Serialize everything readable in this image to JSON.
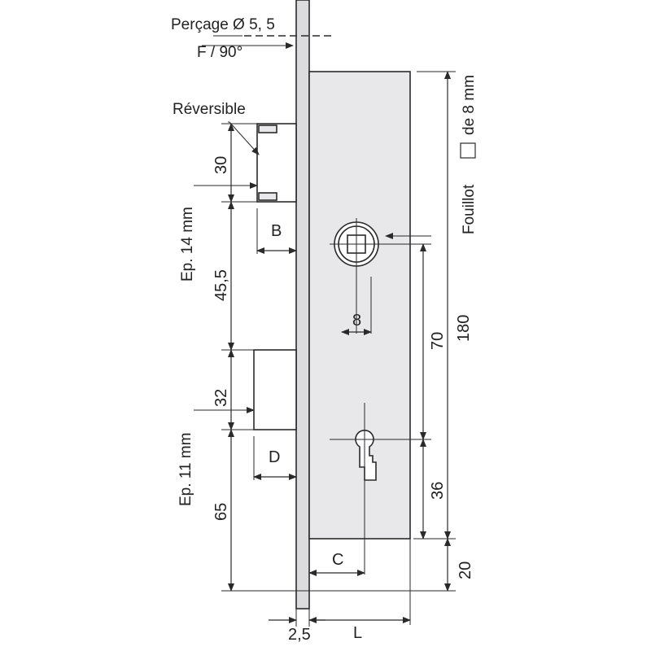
{
  "colors": {
    "line": "#2a2a2a",
    "body_fill": "#e8e8ea",
    "plate_fill": "#dcdcde"
  },
  "labels": {
    "percage": "Perçage Ø 5, 5",
    "f90": "F / 90°",
    "reversible": "Réversible",
    "fouillot_text": "Fouillot",
    "fouillot_unit": "de 8 mm",
    "ep14": "Ep. 14 mm",
    "ep11": "Ep. 11 mm"
  },
  "dimensions": {
    "d30": "30",
    "d45_5": "45,5",
    "d32": "32",
    "d65": "65",
    "d8": "8",
    "d70": "70",
    "d180": "180",
    "d36": "36",
    "d20": "20",
    "d2_5": "2,5"
  },
  "letters": {
    "B": "B",
    "D": "D",
    "C": "C",
    "L": "L"
  }
}
